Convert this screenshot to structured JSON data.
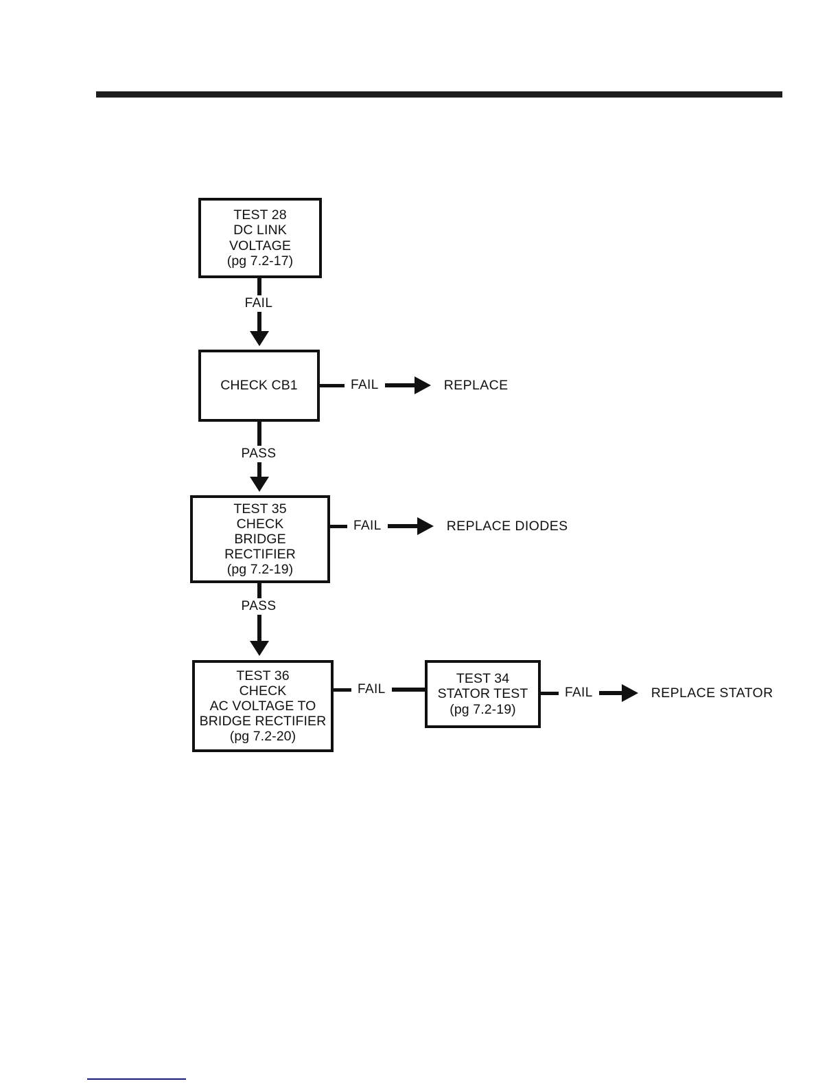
{
  "page": {
    "background_color": "#ffffff",
    "ink_color": "#111111",
    "footer_rule_color": "#1a1a7a"
  },
  "diagram": {
    "type": "flowchart",
    "title": "",
    "nodes": [
      {
        "id": "test28",
        "text": "TEST 28\nDC LINK VOLTAGE\n(pg 7.2-17)",
        "shape": "rectangle"
      },
      {
        "id": "check-cb1",
        "text": "CHECK CB1",
        "shape": "rectangle"
      },
      {
        "id": "test35",
        "text": "TEST 35\nCHECK\nBRIDGE RECTIFIER\n(pg 7.2-19)",
        "shape": "rectangle"
      },
      {
        "id": "test36",
        "text": "TEST 36\nCHECK\nAC VOLTAGE TO\nBRIDGE RECTIFIER\n(pg 7.2-20)",
        "shape": "rectangle"
      },
      {
        "id": "test34",
        "text": "TEST 34\nSTATOR TEST\n(pg 7.2-19)",
        "shape": "rectangle"
      }
    ],
    "vertical_edges": [
      {
        "id": "e1",
        "from": "test28",
        "to": "check-cb1",
        "label": "FAIL"
      },
      {
        "id": "e2",
        "from": "check-cb1",
        "to": "test35",
        "label": "PASS"
      },
      {
        "id": "e3",
        "from": "test35",
        "to": "test36",
        "label": "PASS"
      }
    ],
    "branch_edges": [
      {
        "id": "b1",
        "from": "check-cb1",
        "label": "FAIL",
        "outcome": "REPLACE"
      },
      {
        "id": "b2",
        "from": "test35",
        "label": "FAIL",
        "outcome": "REPLACE DIODES"
      },
      {
        "id": "b3",
        "from": "test36",
        "label": "FAIL",
        "outcome": ""
      },
      {
        "id": "b4",
        "from": "test34",
        "label": "FAIL",
        "outcome": "REPLACE STATOR"
      }
    ]
  }
}
